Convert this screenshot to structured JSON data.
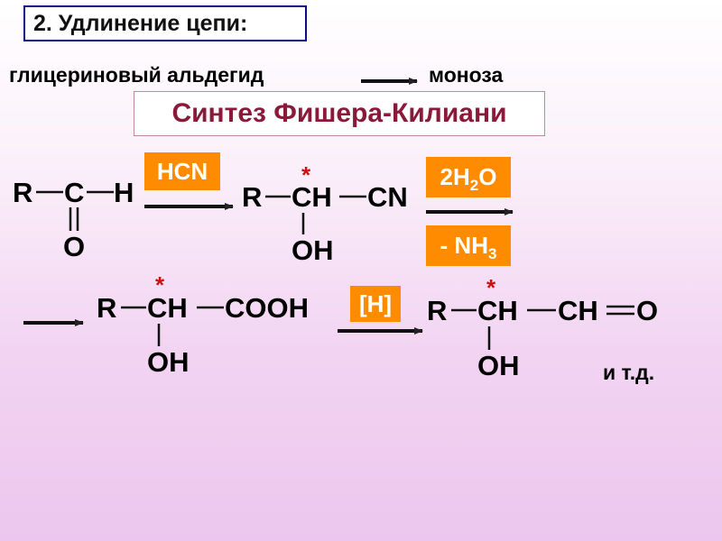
{
  "slide_title": "2. Удлинение цепи:",
  "scheme": {
    "start": "глицериновый альдегид",
    "end": "моноза"
  },
  "method_title": "Синтез Фишера-Килиани",
  "reagents": {
    "hcn": "HCN",
    "water_prefix": "2H",
    "water_sub": "2",
    "water_suffix": "O",
    "ammonia_prefix": "- NH",
    "ammonia_sub": "3",
    "reduction": "[H]"
  },
  "structures": {
    "aldehyde": {
      "r": "R",
      "c": "C",
      "h": "H",
      "o": "O"
    },
    "cyanohydrin": {
      "r": "R",
      "ch": "CH",
      "cn": "CN",
      "oh": "OH",
      "chiral_mark": "*"
    },
    "hydroxy_acid": {
      "r": "R",
      "ch": "CH",
      "cooh": "COOH",
      "oh": "OH",
      "chiral_mark": "*"
    },
    "aldose": {
      "r": "R",
      "ch1": "CH",
      "ch2": "CH",
      "o": "O",
      "oh": "OH",
      "chiral_mark": "*"
    }
  },
  "footer_note": "и т.д.",
  "colors": {
    "title_border": "#0d0d8a",
    "method_text": "#8b1a3a",
    "reagent_bg": "#ff8c00",
    "chiral_mark": "#d01010"
  }
}
